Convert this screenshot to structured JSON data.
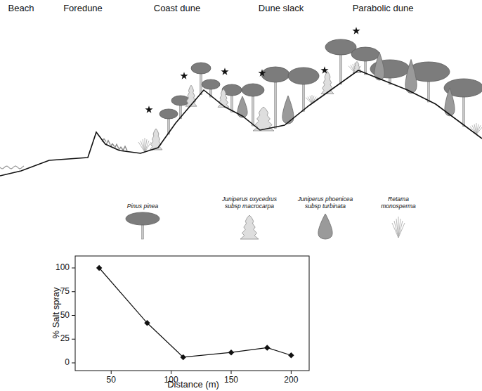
{
  "diagram": {
    "labels": [
      "Beach",
      "Foredune",
      "Coast dune",
      "Dune slack",
      "Parabolic dune",
      "% Salt spray",
      "100",
      "75",
      "50",
      "25",
      "0",
      "50",
      "100",
      "150",
      "200",
      "Distance (m)"
    ],
    "legend": [
      {
        "text": "Pinus pinea"
      },
      {
        "text": "Juniperus oxycedrus subsp macrocarpa"
      },
      {
        "text": "Juniperus phoenicea subsp turbinata"
      },
      {
        "text": "Retama monosperma"
      }
    ]
  }
}
